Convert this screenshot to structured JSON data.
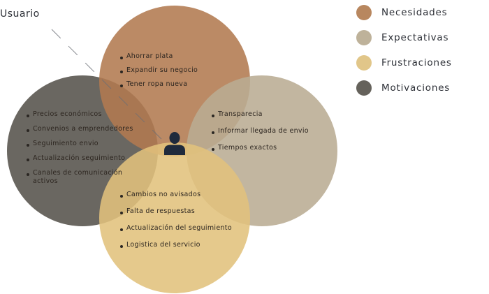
{
  "title": "Usuario",
  "circles": {
    "necesidades": {
      "color": "#B8875F",
      "items": [
        "Ahorrar plata",
        "Expandir su negocio",
        "Tener ropa nueva"
      ]
    },
    "motivaciones": {
      "color": "#65625B",
      "items": [
        "Precios económicos",
        "Convenios a emprendedores",
        "Seguimiento envio",
        "Actualización seguimiento",
        "Canales de comunicación activos"
      ]
    },
    "expectativas": {
      "color": "#BEB29A",
      "items": [
        "Transparecia",
        "Informar llegada de envio",
        "Tiempos exactos"
      ]
    },
    "frustraciones": {
      "color": "#E1C689",
      "items": [
        "Cambios no avisados",
        "Falta de respuestas",
        "Actualización del seguimiento",
        "Logistica del servicio"
      ]
    }
  },
  "center_icon": "user-icon",
  "legend": [
    {
      "label": "Necesidades",
      "color": "#B8875F"
    },
    {
      "label": "Expectativas",
      "color": "#BEB29A"
    },
    {
      "label": "Frustraciones",
      "color": "#E1C689"
    },
    {
      "label": "Motivaciones",
      "color": "#65625B"
    }
  ]
}
